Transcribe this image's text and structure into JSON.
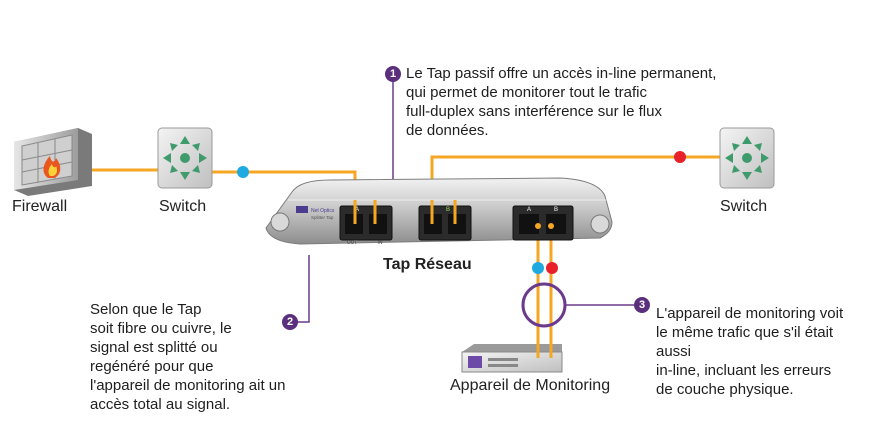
{
  "labels": {
    "firewall": "Firewall",
    "switch_left": "Switch",
    "switch_right": "Switch",
    "tap": "Tap Réseau",
    "monitor": "Appareil de Monitoring"
  },
  "tap_device": {
    "brand": "Net Optics",
    "model": "Splitter Tap",
    "port_a": "A",
    "port_b": "B",
    "port_in": "IN",
    "port_out": "OUT"
  },
  "callouts": [
    {
      "number": "1",
      "text": "Le Tap passif offre un accès in-line permanent,\nqui permet de monitorer tout le trafic\nfull-duplex sans interférence sur le flux\nde données."
    },
    {
      "number": "2",
      "text": "Selon que le Tap\nsoit fibre ou cuivre, le\nsignal est splitté ou\nregénéré pour que\nl'appareil de monitoring ait un\naccès total au signal."
    },
    {
      "number": "3",
      "text": "L'appareil de monitoring voit\nle même trafic que s'il était aussi\nin-line, incluant les erreurs\nde couche physique."
    }
  ],
  "colors": {
    "cable": "#f5a623",
    "purple": "#6b3a8c",
    "blue_dot": "#1fa9e1",
    "red_dot": "#e8202a"
  },
  "icons": {
    "firewall": "firewall-icon",
    "switch": "switch-icon",
    "monitor": "monitoring-appliance-icon"
  }
}
